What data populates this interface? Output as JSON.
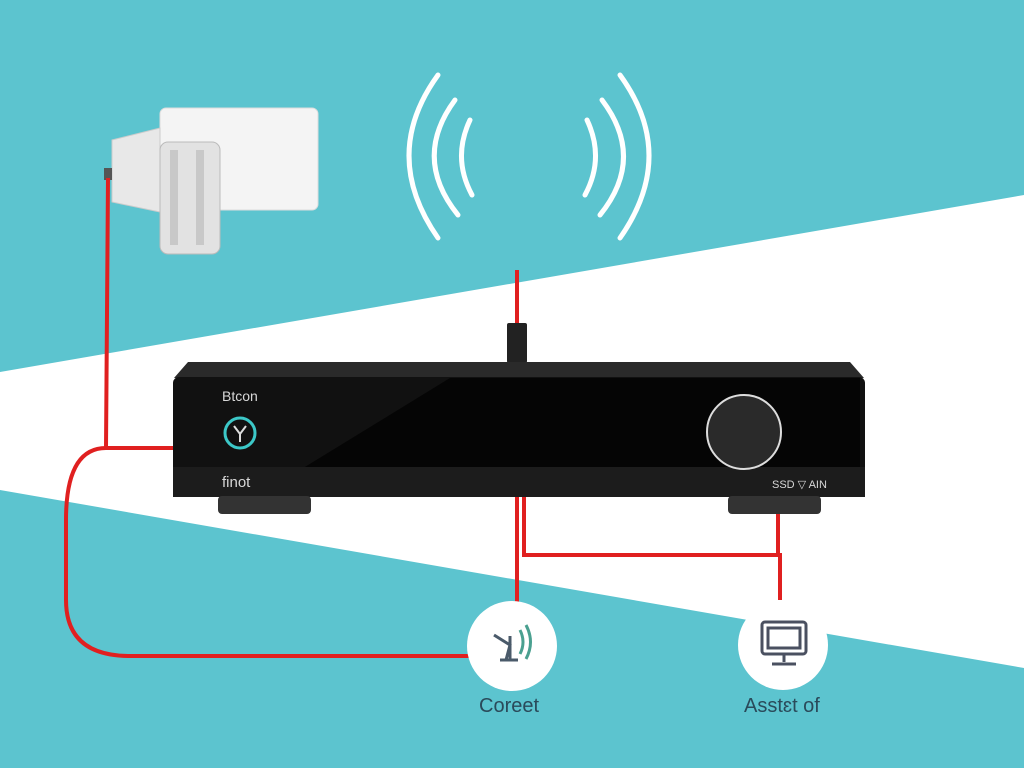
{
  "device": {
    "top_label": "Btcon",
    "bottom_label": "finot",
    "model_label": "SSD ▽ AIN",
    "button_icon": "antenna-icon"
  },
  "nodes": [
    {
      "label": "Coreet",
      "icon": "satellite-antenna-icon"
    },
    {
      "label": "Asstɛt of",
      "icon": "monitor-icon"
    }
  ],
  "colors": {
    "background": "#5cc4cf",
    "band": "#ffffff",
    "cable": "#e02020",
    "device": "#111111",
    "accent": "#3cc8c8"
  }
}
